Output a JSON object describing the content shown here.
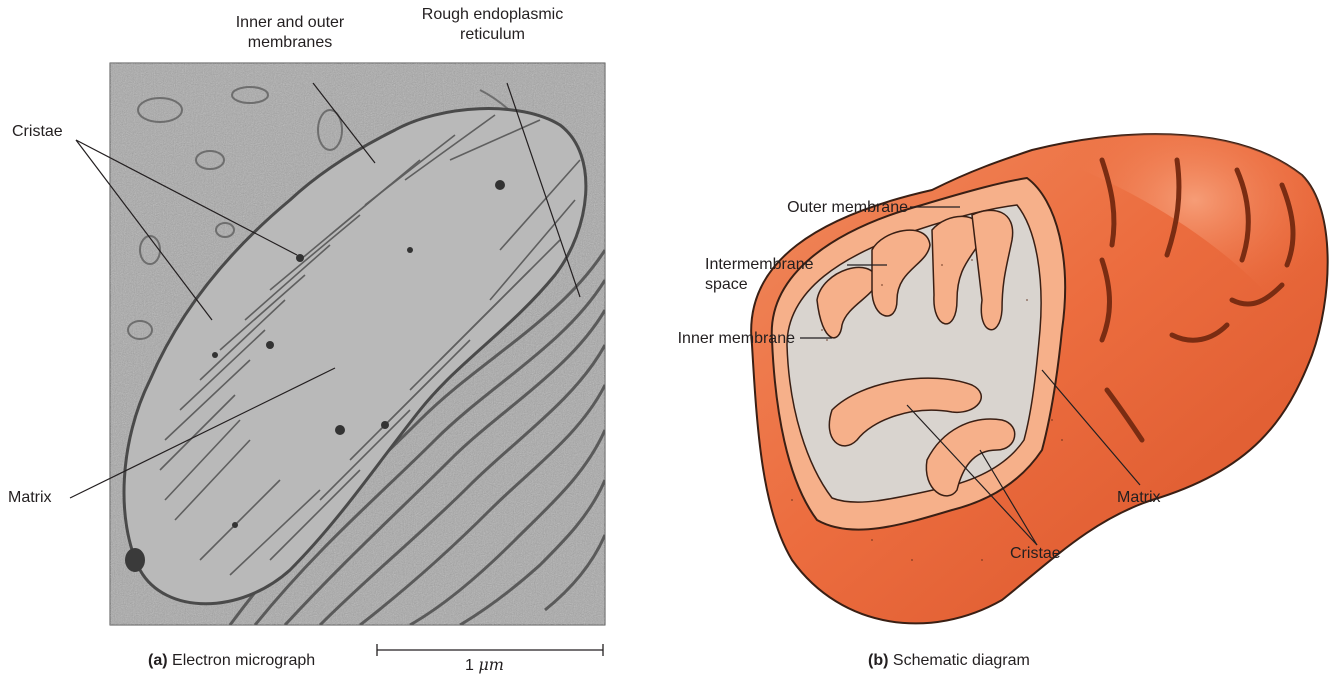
{
  "panel_a": {
    "caption_letter": "(a)",
    "caption_text": "Electron micrograph",
    "labels": {
      "membranes_line1": "Inner and outer",
      "membranes_line2": "membranes",
      "rer_line1": "Rough endoplasmic",
      "rer_line2": "reticulum",
      "cristae": "Cristae",
      "matrix": "Matrix"
    },
    "scale_bar": {
      "value": "1",
      "unit": "μm"
    }
  },
  "panel_b": {
    "caption_letter": "(b)",
    "caption_text": "Schematic diagram",
    "labels": {
      "outer_membrane": "Outer membrane",
      "intermembrane_line1": "Intermembrane",
      "intermembrane_line2": "space",
      "inner_membrane": "Inner membrane",
      "matrix": "Matrix",
      "cristae": "Cristae"
    }
  },
  "colors": {
    "orange_dark": "#e8643a",
    "orange_light": "#f6b08a",
    "matrix_gray": "#d9d4cf",
    "em_gray": "#9c9c9c"
  }
}
